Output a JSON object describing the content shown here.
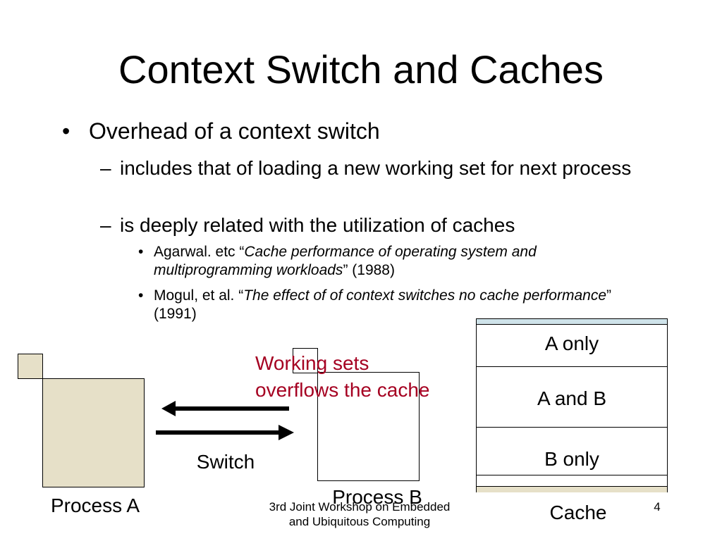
{
  "slide": {
    "title": "Context Switch and Caches",
    "bullets": {
      "l1": "Overhead of a context switch",
      "l2a": "includes that of loading a new working set for next process",
      "l2b": "is deeply related with the utilization of caches",
      "l3a_pre": "Agarwal. etc “",
      "l3a_italic": "Cache performance of operating system and multiprogramming workloads",
      "l3a_post": "” (1988)",
      "l3b_pre": "Mogul, et al. “",
      "l3b_italic": "The effect of of context switches no cache performance",
      "l3b_post": "” (1991)"
    },
    "markers": {
      "bullet": "•",
      "dash": "–"
    },
    "diagram": {
      "process_a": "Process A",
      "process_b": "Process B",
      "switch_label": "Switch",
      "overflow_note_1": "Working sets",
      "overflow_note_2": "overflows the cache",
      "cache_label": "Cache",
      "cache_rows": [
        "A only",
        "A and B",
        "B only"
      ]
    },
    "footer": {
      "line1": "3rd Joint Workshop on Embedded",
      "line2": "and Ubiquitous Computing",
      "page_number": "4"
    },
    "colors": {
      "process_fill": "#e6e0c8",
      "cache_top_band": "#cfe3ea",
      "cache_bottom_band": "#e6e0c8",
      "note_red": "#a50021"
    }
  }
}
